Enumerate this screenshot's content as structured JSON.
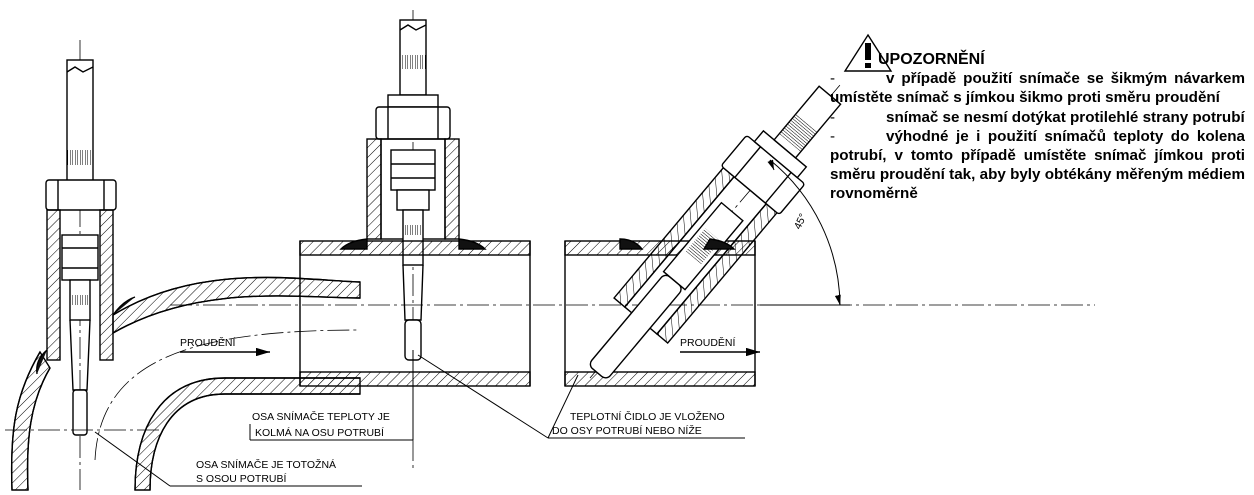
{
  "labels": {
    "flow_left": "PROUDĚNÍ",
    "flow_right": "PROUDĚNÍ",
    "middle_axis_line1": "OSA SNÍMAČE TEPLOTY JE",
    "middle_axis_line2": "KOLMÁ NA OSU POTRUBÍ",
    "sensor_depth_line1": "TEPLOTNÍ ČIDLO JE VLOŽENO",
    "sensor_depth_line2": "DO OSY POTRUBÍ NEBO NÍŽE",
    "elbow_axis_line1": "OSA SNÍMAČE JE TOTOŽNÁ",
    "elbow_axis_line2": "S OSOU POTRUBÍ",
    "angle": "45°"
  },
  "notes": {
    "heading": "UPOZORNĚNÍ",
    "dash": "-",
    "items": [
      "v případě použití snímače se šikmým návarkem umístěte snímač s jímkou šikmo proti směru proudění",
      "snímač se nesmí dotýkat protilehlé strany potrubí",
      "výhodné je i použití snímačů teploty do kolena potrubí, v tomto případě umístěte snímač jímkou proti směru proudění tak, aby byly obtékány měřeným médiem rovnoměrně"
    ]
  }
}
